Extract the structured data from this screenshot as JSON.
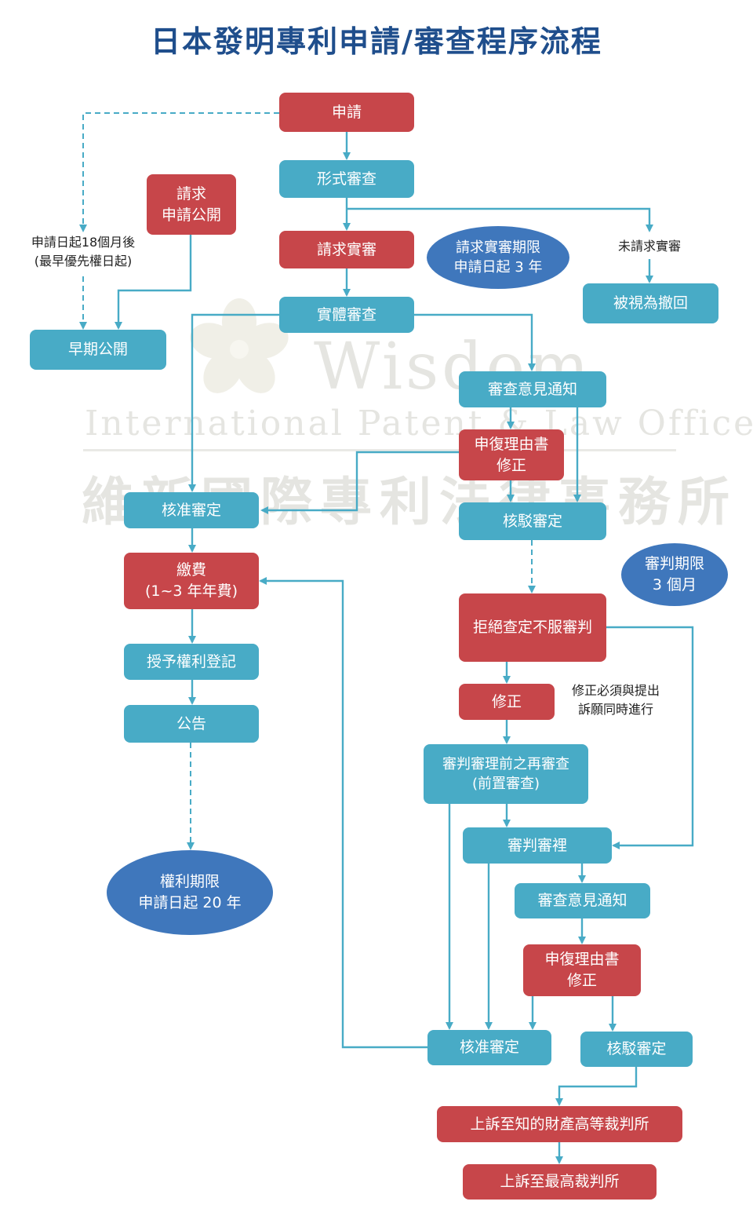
{
  "title": "日本發明專利申請/審查程序流程",
  "watermark": {
    "english_1": "Wisdom",
    "english_2": "International Patent & Law Office",
    "chinese": "維新國際專利法律事務所"
  },
  "colors": {
    "title": "#1f4e8c",
    "action_box": "#c7464a",
    "stage_box": "#48abc6",
    "period_oval": "#3f77bc",
    "arrow": "#48abc6"
  },
  "nodes": {
    "application": "申請",
    "formality_exam": "形式審查",
    "request_publication": "請求\n申請公開",
    "request_exam": "請求實審",
    "exam_period": "請求實審期限\n申請日起 3 年",
    "no_request": "未請求實審",
    "deemed_withdrawn": "被視為撤回",
    "publication_note": "申請日起18個月後\n(最早優先權日起)",
    "early_publication": "早期公開",
    "substantive_exam": "實體審查",
    "office_action": "審查意見通知",
    "response_amend": "申復理由書\n修正",
    "allowance": "核准審定",
    "rejection": "核駁審定",
    "fee_payment": "繳費\n(1~3 年年費)",
    "appeal_period": "審判期限\n3 個月",
    "appeal": "拒絕查定不服審判",
    "grant_registration": "授予權利登記",
    "amendment": "修正",
    "amend_note": "修正必須與提出\n訴願同時進行",
    "gazette": "公告",
    "pre_trial_exam": "審判審理前之再審查\n(前置審查)",
    "right_term": "權利期限\n申請日起 20 年",
    "trial": "審判審裡",
    "office_action_2": "審查意見通知",
    "response_amend_2": "申復理由書\n修正",
    "allowance_2": "核准審定",
    "rejection_2": "核駁審定",
    "ip_high_court": "上訴至知的財產高等裁判所",
    "supreme_court": "上訴至最高裁判所"
  }
}
